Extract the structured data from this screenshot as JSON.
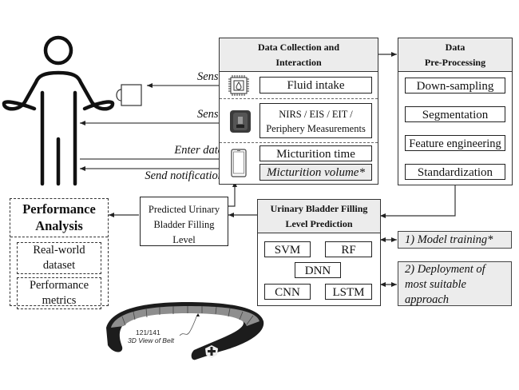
{
  "diagram": {
    "data_collection": {
      "title_line1": "Data Collection and",
      "title_line2": "Interaction",
      "fluid_intake": "Fluid intake",
      "sensors_line1": "NIRS / EIS / EIT /",
      "sensors_line2": "Periphery Measurements",
      "micturition_time": "Micturition time",
      "micturition_volume": "Micturition volume*"
    },
    "pre_processing": {
      "title_line1": "Data",
      "title_line2": "Pre-Processing",
      "steps": [
        "Down-sampling",
        "Segmentation",
        "Feature engineering",
        "Standardization"
      ]
    },
    "prediction": {
      "title_line1": "Urinary Bladder Filling",
      "title_line2": "Level Prediction",
      "models": [
        "SVM",
        "RF",
        "DNN",
        "CNN",
        "LSTM"
      ]
    },
    "predicted_output": {
      "line1": "Predicted Urinary",
      "line2": "Bladder Filling",
      "line3": "Level"
    },
    "performance": {
      "title_line1": "Performance",
      "title_line2": "Analysis",
      "item1_line1": "Real-world",
      "item1_line2": "dataset",
      "item2_line1": "Performance",
      "item2_line2": "metrics"
    },
    "notes": {
      "training": "1) Model training*",
      "deploy_line1": "2) Deployment of",
      "deploy_line2": "most suitable",
      "deploy_line3": "approach"
    },
    "arrow_labels": {
      "sense1": "Sense",
      "sense2": "Sense",
      "enter_data": "Enter data",
      "send_notification": "Send notification"
    },
    "belt": {
      "ref_number": "121/141",
      "caption": "3D View of Belt"
    },
    "icons": {
      "person": "person-icon",
      "cup": "cup-icon",
      "chip": "fluid-chip-icon",
      "sensor": "sensor-device-icon",
      "phone": "smartphone-icon",
      "belt": "sensor-belt-icon"
    }
  }
}
